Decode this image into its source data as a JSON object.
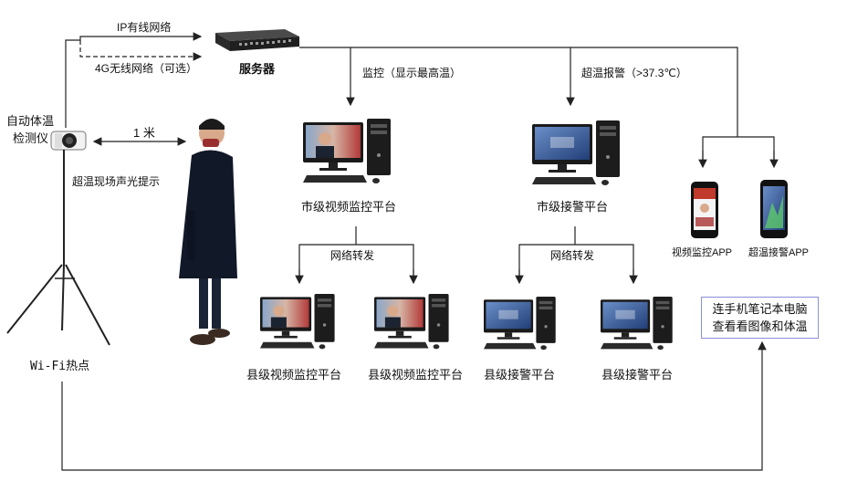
{
  "server": {
    "label": "服务器"
  },
  "links": {
    "ip_wired": "IP有线网络",
    "wireless_4g": "4G无线网络（可选）",
    "distance": "1 米",
    "monitor": "监控（显示最高温）",
    "alarm": "超温报警（>37.3℃）",
    "forward_left": "网络转发",
    "forward_right": "网络转发"
  },
  "device": {
    "name_line1": "自动体温",
    "name_line2": "检测仪",
    "sound_light": "超温现场声光提示",
    "wifi": "Wi-Fi热点"
  },
  "platforms": {
    "city_video": "市级视频监控平台",
    "city_alarm": "市级接警平台",
    "county_video_1": "县级视频监控平台",
    "county_video_2": "县级视频监控平台",
    "county_alarm_1": "县级接警平台",
    "county_alarm_2": "县级接警平台"
  },
  "apps": {
    "video_app": "视频监控APP",
    "alarm_app": "超温接警APP"
  },
  "note": {
    "line1": "连手机笔记本电脑",
    "line2": "查看看图像和体温"
  }
}
